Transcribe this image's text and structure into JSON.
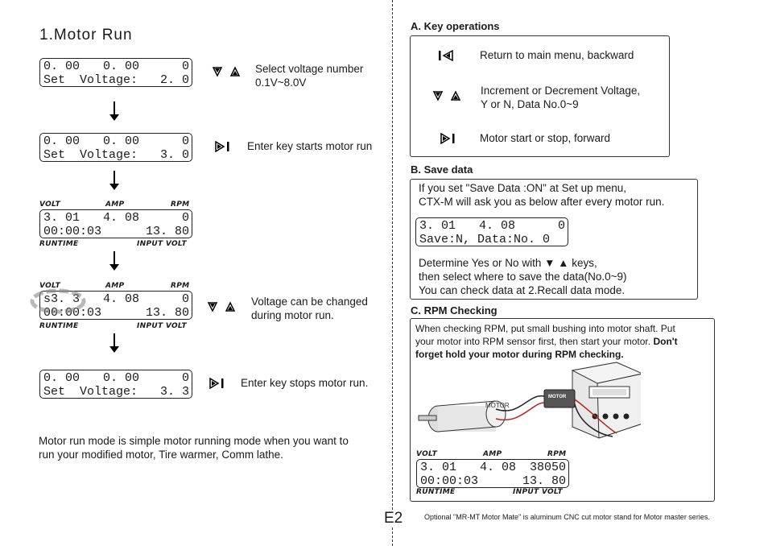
{
  "left": {
    "title": "1.Motor Run",
    "lcd1": {
      "r1": [
        "0. 00",
        "0. 00",
        "0"
      ],
      "r2": [
        "Set  Voltage:",
        "2. 0"
      ]
    },
    "lcd1_note": [
      "Select voltage number",
      "0.1V~8.0V"
    ],
    "lcd2": {
      "r1": [
        "0. 00",
        "0. 00",
        "0"
      ],
      "r2": [
        "Set  Voltage:",
        "3. 0"
      ]
    },
    "lcd2_note": "Enter key starts motor run",
    "lcd3": {
      "top": [
        "VOLT",
        "AMP",
        "RPM"
      ],
      "r1": [
        "3. 01",
        "4. 08",
        "0"
      ],
      "r2": [
        "00:00:03",
        "13. 80"
      ],
      "bottom": [
        "RUNTIME",
        "INPUT VOLT"
      ]
    },
    "lcd4": {
      "top": [
        "VOLT",
        "AMP",
        "RPM"
      ],
      "r1": [
        "s3. 3",
        "4. 08",
        "0"
      ],
      "r2": [
        "00:00:03",
        "13. 80"
      ],
      "bottom": [
        "RUNTIME",
        "INPUT VOLT"
      ]
    },
    "lcd4_note": [
      "Voltage can be changed",
      "during motor run."
    ],
    "lcd5": {
      "r1": [
        "0. 00",
        "0. 00",
        "0"
      ],
      "r2": [
        "Set  Voltage:",
        "3. 3"
      ]
    },
    "lcd5_note": "Enter key stops motor run.",
    "footer": [
      "Motor run mode is simple motor running mode when you want to",
      "run your modified motor, Tire warmer, Comm lathe."
    ]
  },
  "right": {
    "a_title": "A. Key operations",
    "a_items": [
      "Return to main menu, backward",
      [
        "Increment or Decrement Voltage,",
        "Y or N, Data No.0~9"
      ],
      "Motor start or stop, forward"
    ],
    "b_title": "B. Save data",
    "b_text": [
      "If you set \"Save Data :ON\" at Set up menu,",
      "CTX-M will ask you as below after every motor run."
    ],
    "b_lcd": {
      "r1": [
        "3. 01",
        "4. 08",
        "0"
      ],
      "r2": "Save:N, Data:No. 0"
    },
    "b_text2": [
      "Determine Yes or No with ▼ ▲ keys,",
      "then select where to save the data(No.0~9)",
      "You can check data at 2.Recall data mode."
    ],
    "c_title": "C. RPM Checking",
    "c_text1": "When checking RPM, put small bushing into motor shaft. Put",
    "c_text2": "your motor into RPM sensor first, then start your motor.",
    "c_text2_bold": "Don't",
    "c_text3_bold": "forget hold your motor during RPM checking.",
    "motor_label": "MOTOR",
    "sensor_label": "MOTOR",
    "c_lcd": {
      "top": [
        "VOLT",
        "AMP",
        "RPM"
      ],
      "r1": [
        "3. 01",
        "4. 08",
        "38050"
      ],
      "r2": [
        "00:00:03",
        "13. 80"
      ],
      "bottom": [
        "RUNTIME",
        "INPUT VOLT"
      ]
    },
    "page_number": "E2",
    "footnote": "Optional \"MR-MT Motor Mate\" is aluminum CNC cut motor stand for Motor master series."
  }
}
